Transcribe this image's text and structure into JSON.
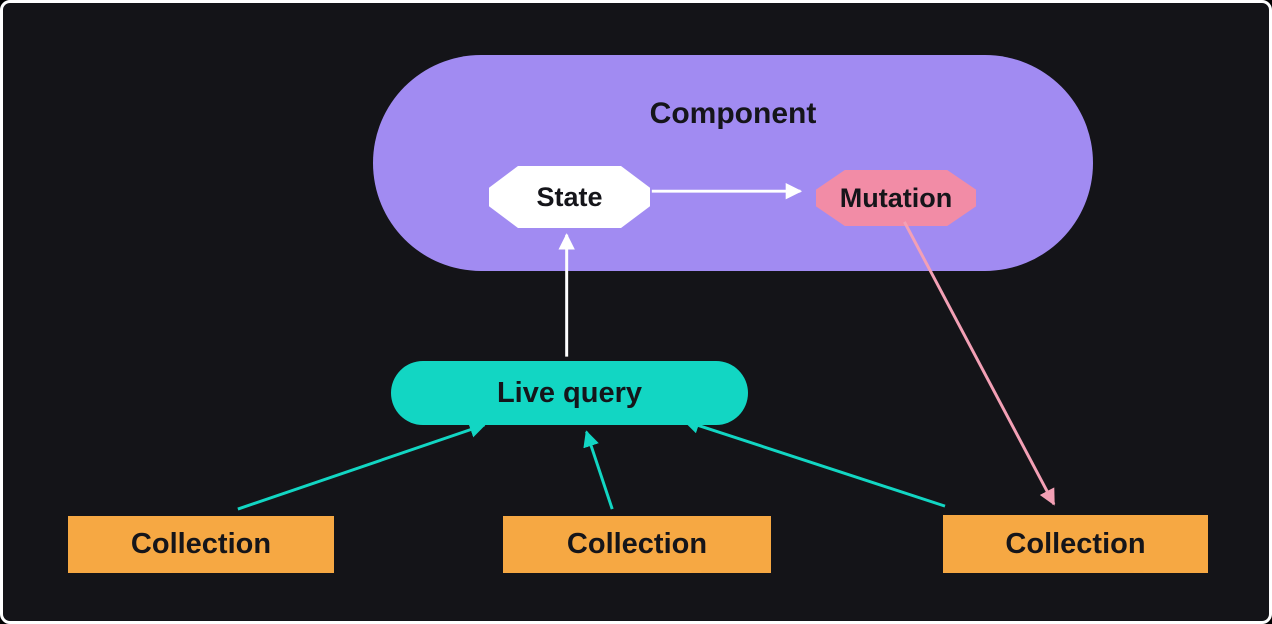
{
  "diagram": {
    "background_color": "#141418",
    "frame_border_color": "#ffffff",
    "component": {
      "label": "Component",
      "fill": "#a18bf2",
      "text_color": "#15151a"
    },
    "state": {
      "label": "State",
      "fill": "#ffffff",
      "text_color": "#15151a"
    },
    "mutation": {
      "label": "Mutation",
      "fill": "#f28ca6",
      "text_color": "#15151a"
    },
    "live_query": {
      "label": "Live query",
      "fill": "#12d6c3",
      "text_color": "#15151a"
    },
    "collections": [
      {
        "label": "Collection"
      },
      {
        "label": "Collection"
      },
      {
        "label": "Collection"
      }
    ],
    "collection_fill": "#f6a843",
    "arrow_colors": {
      "white": "#ffffff",
      "teal": "#12d6c3",
      "pink": "#f3a0b5"
    },
    "edges": [
      {
        "from": "State",
        "to": "Mutation",
        "color": "#ffffff"
      },
      {
        "from": "Live query",
        "to": "State",
        "color": "#ffffff"
      },
      {
        "from": "Collection (left)",
        "to": "Live query",
        "color": "#12d6c3"
      },
      {
        "from": "Collection (middle)",
        "to": "Live query",
        "color": "#12d6c3"
      },
      {
        "from": "Collection (right)",
        "to": "Live query",
        "color": "#12d6c3"
      },
      {
        "from": "Mutation",
        "to": "Collection (right)",
        "color": "#f3a0b5"
      }
    ]
  }
}
